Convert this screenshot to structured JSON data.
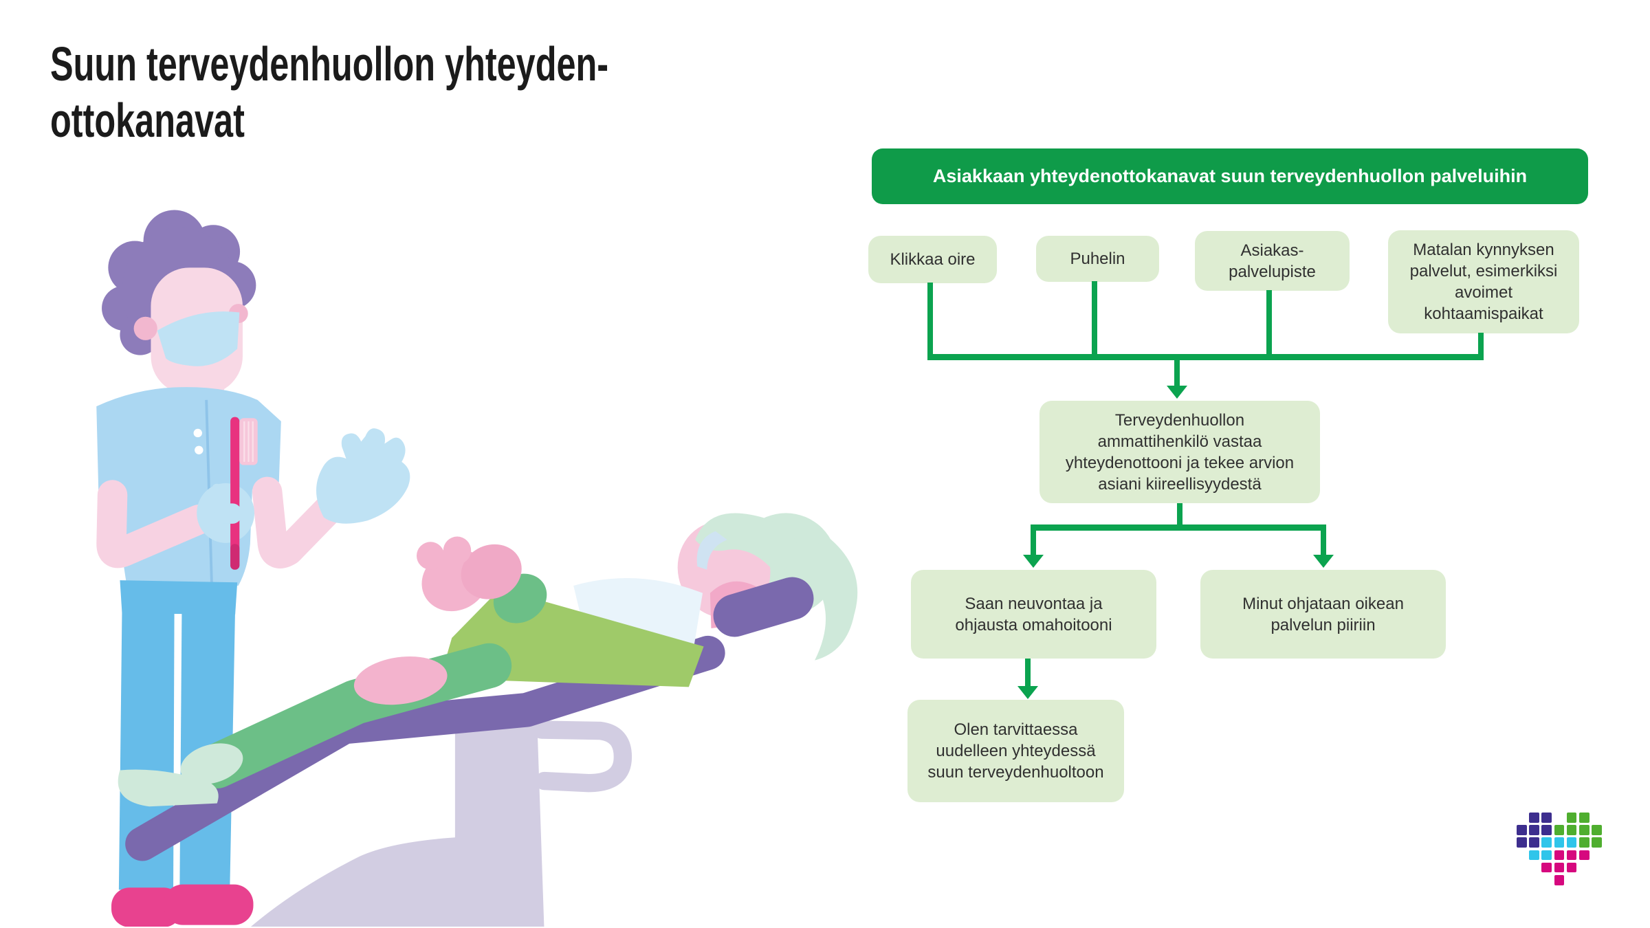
{
  "title": {
    "text": "Suun terveydenhuollon yhteyden-\nottokanavat"
  },
  "flowchart": {
    "header": {
      "label": "Asiakkaan yhteydenottokanavat suun terveydenhuollon palveluihin",
      "bg": "#0f9b49",
      "text_color": "#ffffff"
    },
    "channels": [
      {
        "label": "Klikkaa oire"
      },
      {
        "label": "Puhelin"
      },
      {
        "label": "Asiakas-\npalvelupiste"
      },
      {
        "label": "Matalan kynnyksen\npalvelut, esimerkiksi\navoimet\nkohtaamispaikat"
      }
    ],
    "assessment": {
      "label": "Terveydenhuollon\nammattihenkilö vastaa\nyhteydenottooni ja tekee arvion\nasiani kiireellisyydestä"
    },
    "outcomes": [
      {
        "label": "Saan neuvontaa ja\nohjausta omahoitooni"
      },
      {
        "label": "Minut ohjataan oikean\npalvelun piiriin"
      }
    ],
    "followup": {
      "label": "Olen tarvittaessa\nuudelleen yhteydessä\nsuun terveydenhuoltoon"
    },
    "box_bg": "#deedd2",
    "box_text_color": "#303030",
    "connector_color": "#0ba34f"
  },
  "illustration": {
    "name": "dentist-and-patient-in-dental-chair"
  },
  "logo": {
    "name": "pixel-heart-logo",
    "grid": [
      "-PP-GG-",
      "PPPGGGG",
      "PPCCCGG",
      "-CCMMM-",
      "--MMM--",
      "---M---"
    ],
    "palette": {
      "P": "#3d2e8e",
      "G": "#4fae2f",
      "C": "#2fc5ea",
      "M": "#d6087e"
    }
  }
}
